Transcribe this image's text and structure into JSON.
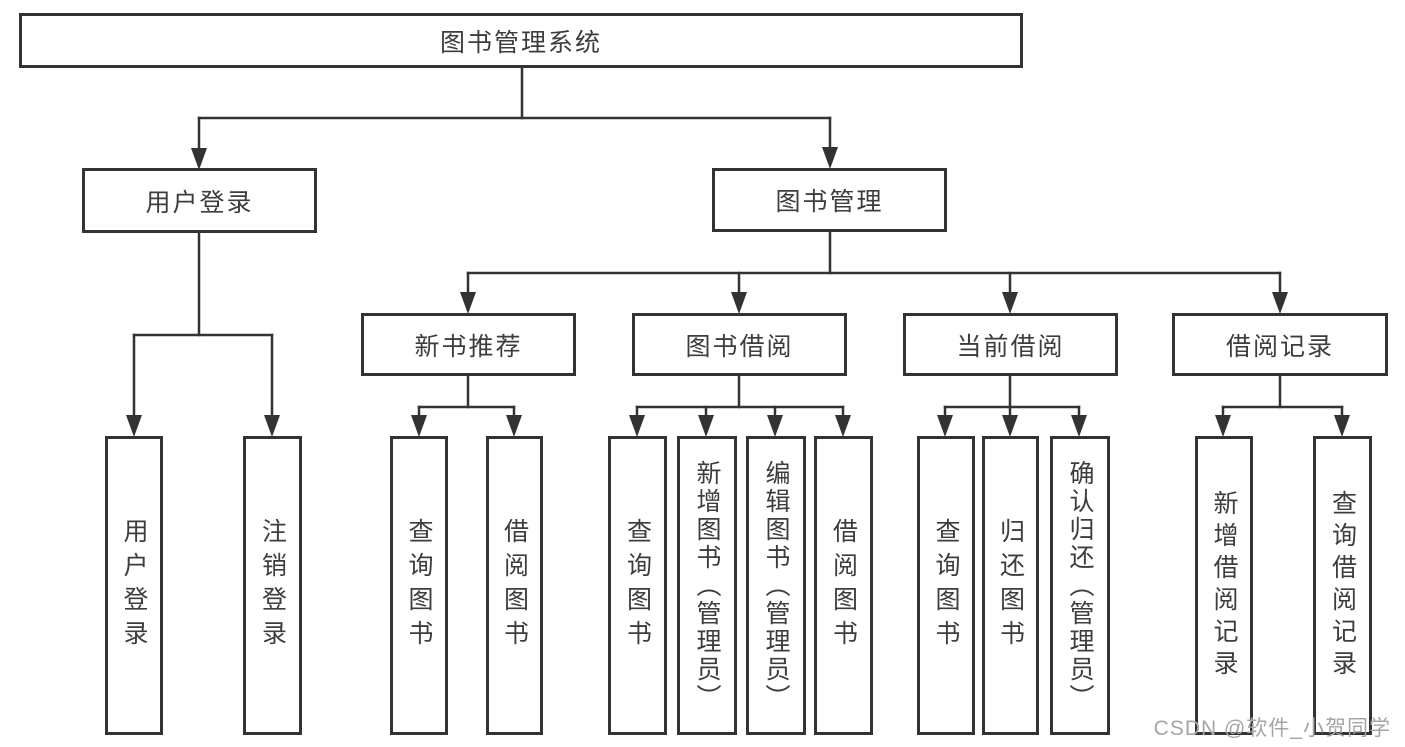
{
  "diagram": {
    "title": "图书管理系统",
    "root": {
      "label": "图书管理系统",
      "children": [
        {
          "label": "用户登录",
          "children": [
            {
              "label": "用户登录"
            },
            {
              "label": "注销登录"
            }
          ]
        },
        {
          "label": "图书管理",
          "children": [
            {
              "label": "新书推荐",
              "children": [
                {
                  "label": "查询图书"
                },
                {
                  "label": "借阅图书"
                }
              ]
            },
            {
              "label": "图书借阅",
              "children": [
                {
                  "label": "查询图书"
                },
                {
                  "label": "新增图书（管理员）"
                },
                {
                  "label": "编辑图书（管理员）"
                },
                {
                  "label": "借阅图书"
                }
              ]
            },
            {
              "label": "当前借阅",
              "children": [
                {
                  "label": "查询图书"
                },
                {
                  "label": "归还图书"
                },
                {
                  "label": "确认归还（管理员）"
                }
              ]
            },
            {
              "label": "借阅记录",
              "children": [
                {
                  "label": "新增借阅记录"
                },
                {
                  "label": "查询借阅记录"
                }
              ]
            }
          ]
        }
      ]
    }
  },
  "watermark": {
    "text": "CSDN @软件_小贺同学"
  },
  "colors": {
    "line": "#333333",
    "border": "#333333",
    "text": "#3d3d3d",
    "watermark": "#a5a5a5",
    "background": "#ffffff"
  }
}
